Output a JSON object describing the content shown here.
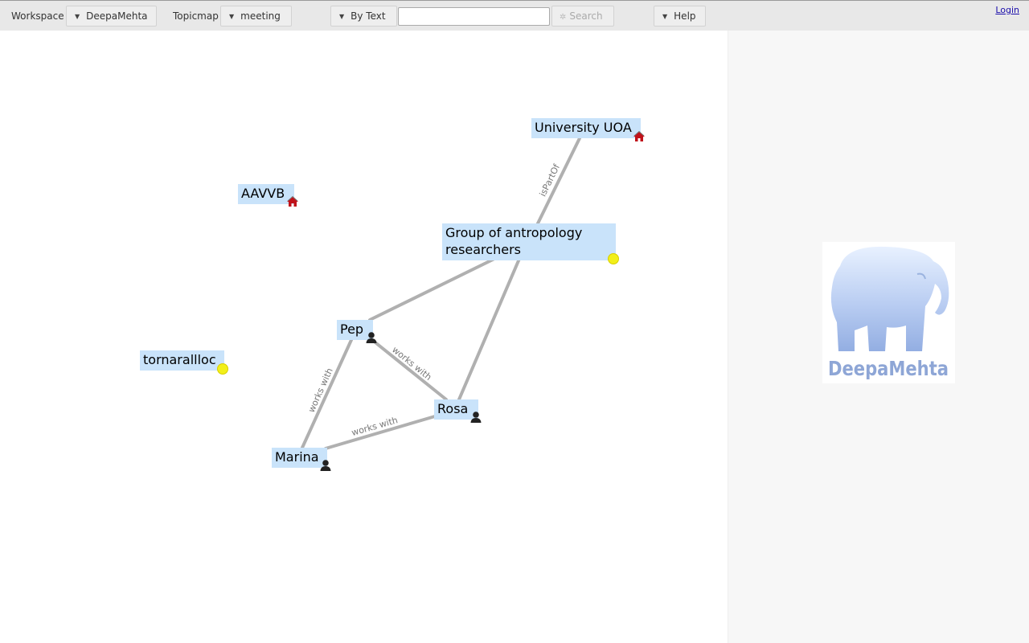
{
  "toolbar": {
    "workspace_label": "Workspace",
    "workspace_value": "DeepaMehta",
    "topicmap_label": "Topicmap",
    "topicmap_value": "meeting",
    "search_mode": "By Text",
    "search_input_value": "",
    "search_input_placeholder": "",
    "search_button": "Search",
    "help_button": "Help",
    "login_link": "Login"
  },
  "topics": {
    "university": {
      "label": "University UOA",
      "icon": "house-icon"
    },
    "aavvb": {
      "label": "AAVVB",
      "icon": "house-icon"
    },
    "group": {
      "label_line1": "Group of antropology",
      "label_line2": "researchers",
      "icon": "yellow-dot-icon"
    },
    "pep": {
      "label": "Pep",
      "icon": "person-icon"
    },
    "tornarallloc": {
      "label": "tornarallloc",
      "icon": "yellow-dot-icon"
    },
    "rosa": {
      "label": "Rosa",
      "icon": "person-icon"
    },
    "marina": {
      "label": "Marina",
      "icon": "person-icon"
    }
  },
  "edges": {
    "university_group": "isPartOf",
    "pep_rosa": "works with",
    "pep_marina": "works with",
    "marina_rosa": "works with"
  },
  "logo": {
    "text": "DeepaMehta"
  },
  "colors": {
    "topic_bg": "#c9e3fa",
    "edge": "#b0b0b0",
    "toolbar_bg": "#e8e8e8",
    "panel_bg": "#f7f7f7"
  }
}
